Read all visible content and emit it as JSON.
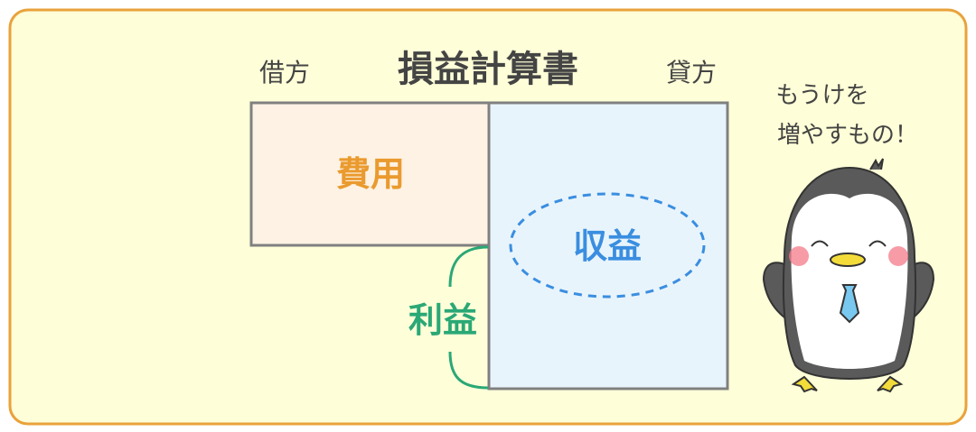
{
  "title": "損益計算書",
  "debit_label": "借方",
  "credit_label": "貸方",
  "expense_label": "費用",
  "revenue_label": "収益",
  "profit_label": "利益",
  "speech": {
    "line1": "もうけを",
    "line2": "増やすもの！"
  },
  "colors": {
    "border": "#e9a23b",
    "background": "#fefed8",
    "expense": "#ea9a2e",
    "revenue": "#3a8ee0",
    "profit": "#2aa876",
    "box_border": "#808080"
  }
}
